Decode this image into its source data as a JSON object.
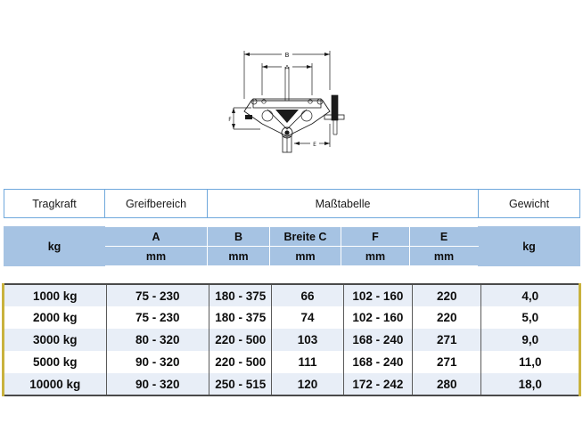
{
  "drawing": {
    "alt_name": "beam-clamp-technical-drawing",
    "dimension_labels": {
      "top_outer": "B",
      "top_inner": "A",
      "left": "F",
      "bottom_right": "E"
    }
  },
  "table": {
    "group_headers": [
      {
        "label": "Tragkraft",
        "colspan": 1
      },
      {
        "label": "Greifbereich",
        "colspan": 1
      },
      {
        "label": "Maßtabelle",
        "colspan": 4
      },
      {
        "label": "Gewicht",
        "colspan": 1
      }
    ],
    "sub_headers_letters": [
      "",
      "A",
      "B",
      "Breite C",
      "F",
      "E",
      ""
    ],
    "sub_headers_units": [
      "kg",
      "mm",
      "mm",
      "mm",
      "mm",
      "mm",
      "kg"
    ],
    "rows": [
      [
        "1000 kg",
        "75 - 230",
        "180 - 375",
        "66",
        "102 - 160",
        "220",
        "4,0"
      ],
      [
        "2000 kg",
        "75 - 230",
        "180 - 375",
        "74",
        "102 - 160",
        "220",
        "5,0"
      ],
      [
        "3000 kg",
        "80 - 320",
        "220 - 500",
        "103",
        "168 - 240",
        "271",
        "9,0"
      ],
      [
        "5000 kg",
        "90 - 320",
        "220 - 500",
        "111",
        "168 - 240",
        "271",
        "11,0"
      ],
      [
        "10000 kg",
        "90 - 320",
        "250 - 515",
        "120",
        "172 - 242",
        "280",
        "18,0"
      ]
    ]
  },
  "colors": {
    "header_border": "#6fa8dc",
    "subheader_fill": "#a6c3e3",
    "row_stripe": "#e8eef7",
    "accent_edge": "#c9b23d",
    "grid": "#5a5a5a"
  }
}
